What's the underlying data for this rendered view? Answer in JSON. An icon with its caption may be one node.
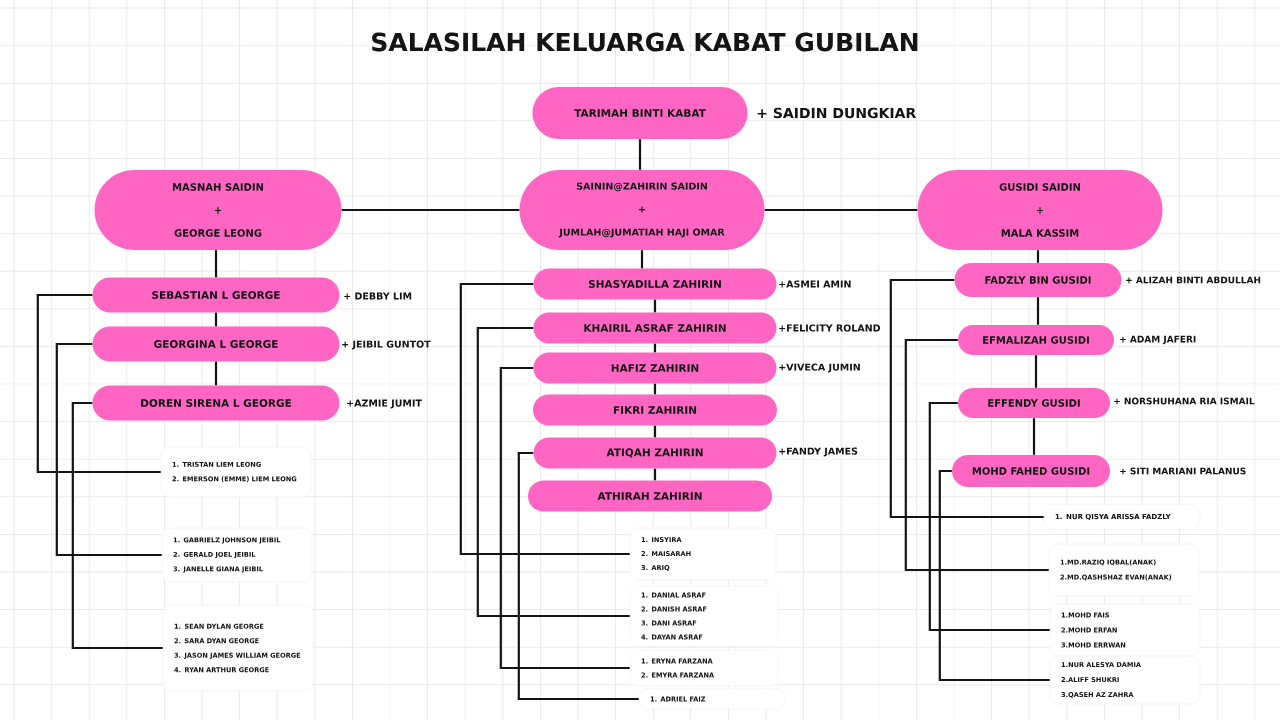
{
  "diagram": {
    "title": "SALASILAH KELUARGA KABAT GUBILAN",
    "nodes": [
      {
        "text": [
          "TARIMAH BINTI KABAT"
        ],
        "beside": [
          "+ SAIDIN DUNGKIAR"
        ]
      },
      {
        "text": [
          "MASNAH SAIDIN",
          "+",
          "GEORGE LEONG"
        ]
      },
      {
        "text": [
          "SAININ@ZAHIRIN SAIDIN",
          "+",
          "JUMLAH@JUMATIAH HAJI OMAR"
        ]
      },
      {
        "text": [
          "GUSIDI SAIDIN",
          "+",
          "MALA KASSIM"
        ]
      },
      {
        "text": [
          "SEBASTIAN L GEORGE"
        ],
        "beside": [
          "+ DEBBY LIM"
        ]
      },
      {
        "text": [
          "GEORGINA L GEORGE"
        ],
        "beside": [
          "+ JEIBIL GUNTOT"
        ]
      },
      {
        "text": [
          "DOREN SIRENA L GEORGE"
        ],
        "beside": [
          "+AZMIE JUMIT"
        ]
      },
      {
        "text": [
          "1. TRISTAN LIEM LEONG",
          "2. EMERSON (EMME) LIEM LEONG"
        ]
      },
      {
        "text": [
          "1. GABRIELZ JOHNSON JEIBIL",
          "2. GERALD JOEL JEIBIL",
          "3. JANELLE GIANA JEIBIL"
        ]
      },
      {
        "text": [
          "1. SEAN DYLAN GEORGE",
          "2. SARA DYAN GEORGE",
          "3. JASON JAMES WILLIAM GEORGE",
          "4. RYAN ARTHUR GEORGE"
        ]
      },
      {
        "text": [
          "SHASYADILLA ZAHIRIN"
        ],
        "beside": [
          "+ASMEI AMIN"
        ]
      },
      {
        "text": [
          "KHAIRIL ASRAF ZAHIRIN"
        ],
        "beside": [
          "+FELICITY ROLAND"
        ]
      },
      {
        "text": [
          "HAFIZ ZAHIRIN"
        ],
        "beside": [
          "+VIVECA JUMIN"
        ]
      },
      {
        "text": [
          "FIKRI ZAHIRIN"
        ]
      },
      {
        "text": [
          "ATIQAH ZAHIRIN"
        ],
        "beside": [
          "+FANDY JAMES"
        ]
      },
      {
        "text": [
          "ATHIRAH ZAHIRIN"
        ]
      },
      {
        "text": [
          "1. INSYIRA",
          "2. MAISARAH",
          "3. ARIQ"
        ]
      },
      {
        "text": [
          "1. DANIAL ASRAF",
          "2. DANISH ASRAF",
          "3. DANI ASRAF",
          "4. DAYAN ASRAF"
        ]
      },
      {
        "text": [
          "1. ERYNA FARZANA",
          "2. EMYRA FARZANA"
        ]
      },
      {
        "text": [
          "1. ADRIEL FAIZ"
        ]
      },
      {
        "text": [
          "FADZLY BIN GUSIDI"
        ],
        "beside": [
          "+ ALIZAH BINTI ABDULLAH"
        ]
      },
      {
        "text": [
          "EFMALIZAH GUSIDI"
        ],
        "beside": [
          "+ ADAM JAFERI"
        ]
      },
      {
        "text": [
          "EFFENDY GUSIDI"
        ],
        "beside": [
          "+ NORSHUHANA RIA ISMAIL"
        ]
      },
      {
        "text": [
          "MOHD FAHED GUSIDI"
        ],
        "beside": [
          "+ SITI MARIANI PALANUS"
        ]
      },
      {
        "text": [
          "1. NUR QISYA ARISSA FADZLY"
        ]
      },
      {
        "text": [
          "1.MD.RAZIQ IQBAL(ANAK)",
          "2.MD.QASHSHAZ EVAN(ANAK)"
        ]
      },
      {
        "text": [
          "1.MOHD FAIS",
          "2.MOHD ERFAN",
          "3.MOHD ERRWAN"
        ]
      },
      {
        "text": [
          "1.NUR ALESYA DAMIA",
          "2.ALIFF SHUKRI",
          "3.QASEH AZ ZAHRA"
        ]
      }
    ],
    "edges": [
      {
        "from": 0,
        "to": 2,
        "arrow": "none"
      },
      {
        "from": 1,
        "to": 2,
        "arrow": "none"
      },
      {
        "from": 2,
        "to": 3,
        "arrow": "none"
      },
      {
        "from": 1,
        "to": 4,
        "arrow": "none"
      },
      {
        "from": 4,
        "to": 5,
        "arrow": "none"
      },
      {
        "from": 5,
        "to": 6,
        "arrow": "none"
      },
      {
        "from": 4,
        "to": 7,
        "arrow": "none"
      },
      {
        "from": 5,
        "to": 8,
        "arrow": "none"
      },
      {
        "from": 6,
        "to": 9,
        "arrow": "none"
      },
      {
        "from": 2,
        "to": 10,
        "arrow": "none"
      },
      {
        "from": 10,
        "to": 11,
        "arrow": "none"
      },
      {
        "from": 11,
        "to": 12,
        "arrow": "none"
      },
      {
        "from": 12,
        "to": 13,
        "arrow": "none"
      },
      {
        "from": 13,
        "to": 14,
        "arrow": "none"
      },
      {
        "from": 14,
        "to": 15,
        "arrow": "none"
      },
      {
        "from": 10,
        "to": 16,
        "arrow": "none"
      },
      {
        "from": 11,
        "to": 17,
        "arrow": "none"
      },
      {
        "from": 12,
        "to": 18,
        "arrow": "none"
      },
      {
        "from": 14,
        "to": 19,
        "arrow": "none"
      },
      {
        "from": 3,
        "to": 20,
        "arrow": "none"
      },
      {
        "from": 20,
        "to": 21,
        "arrow": "none"
      },
      {
        "from": 21,
        "to": 22,
        "arrow": "none"
      },
      {
        "from": 22,
        "to": 23,
        "arrow": "none"
      },
      {
        "from": 20,
        "to": 24,
        "arrow": "none"
      },
      {
        "from": 21,
        "to": 25,
        "arrow": "none"
      },
      {
        "from": 22,
        "to": 26,
        "arrow": "none"
      },
      {
        "from": 23,
        "to": 27,
        "arrow": "none"
      }
    ]
  }
}
